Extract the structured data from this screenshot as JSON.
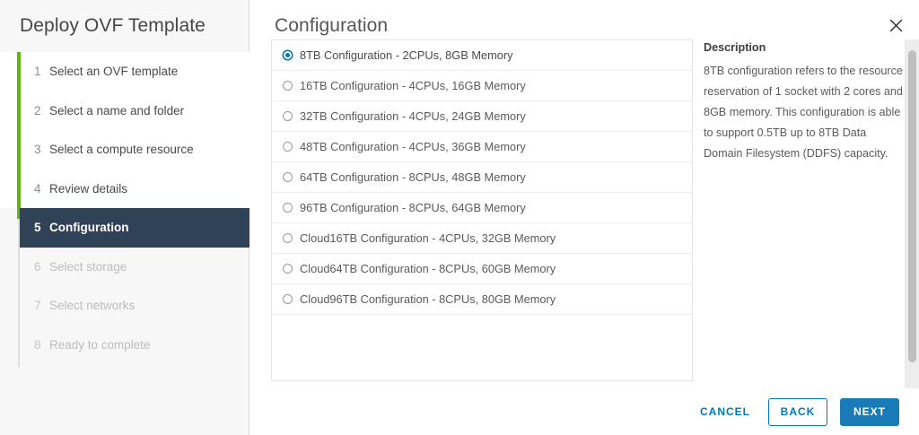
{
  "sidebar": {
    "title": "Deploy OVF Template",
    "accent_done_color": "#60b515",
    "active_bg_color": "#2f4256",
    "steps": [
      {
        "num": "1",
        "label": "Select an OVF template",
        "state": "done"
      },
      {
        "num": "2",
        "label": "Select a name and folder",
        "state": "done"
      },
      {
        "num": "3",
        "label": "Select a compute resource",
        "state": "done"
      },
      {
        "num": "4",
        "label": "Review details",
        "state": "done"
      },
      {
        "num": "5",
        "label": "Configuration",
        "state": "active"
      },
      {
        "num": "6",
        "label": "Select storage",
        "state": "todo"
      },
      {
        "num": "7",
        "label": "Select networks",
        "state": "todo"
      },
      {
        "num": "8",
        "label": "Ready to complete",
        "state": "todo"
      }
    ]
  },
  "header": {
    "title": "Configuration",
    "close_icon": "close-icon"
  },
  "options": {
    "selected_index": 0,
    "selected_color": "#0079b8",
    "items": [
      {
        "label": "8TB Configuration - 2CPUs, 8GB Memory",
        "selected": true
      },
      {
        "label": "16TB Configuration - 4CPUs, 16GB Memory",
        "selected": false
      },
      {
        "label": "32TB Configuration - 4CPUs, 24GB Memory",
        "selected": false
      },
      {
        "label": "48TB Configuration - 4CPUs, 36GB Memory",
        "selected": false
      },
      {
        "label": "64TB Configuration - 8CPUs, 48GB Memory",
        "selected": false
      },
      {
        "label": "96TB Configuration - 8CPUs, 64GB Memory",
        "selected": false
      },
      {
        "label": "Cloud16TB Configuration - 4CPUs, 32GB Memory",
        "selected": false
      },
      {
        "label": "Cloud64TB Configuration - 8CPUs, 60GB Memory",
        "selected": false
      },
      {
        "label": "Cloud96TB Configuration - 8CPUs, 80GB Memory",
        "selected": false
      }
    ]
  },
  "description": {
    "title": "Description",
    "text": "8TB configuration refers to the resource reservation of 1 socket with 2 cores and 8GB memory. This configuration is able to support 0.5TB up to 8TB Data Domain Filesystem (DDFS) capacity."
  },
  "footer": {
    "cancel_label": "CANCEL",
    "back_label": "BACK",
    "next_label": "NEXT",
    "next_bg_color": "#1a7bb9",
    "link_color": "#0079b8"
  }
}
